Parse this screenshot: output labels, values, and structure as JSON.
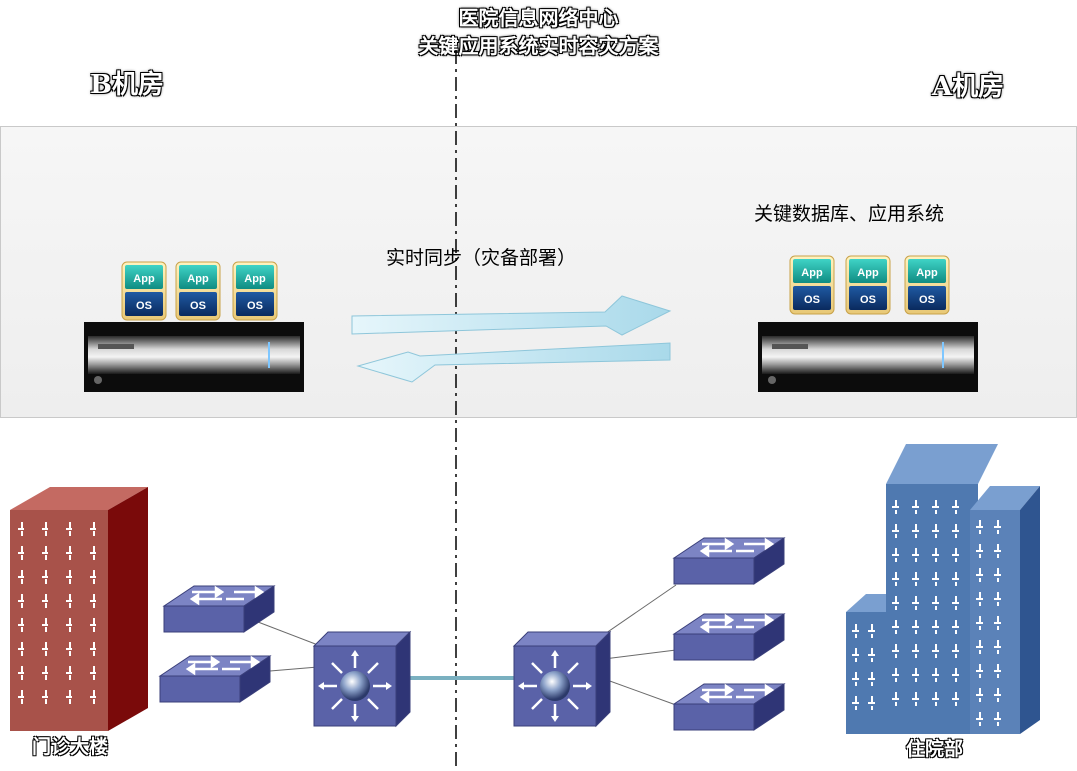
{
  "title": {
    "line1": "医院信息网络中心",
    "line2": "关键应用系统实时容灾方案"
  },
  "rooms": {
    "left": "B机房",
    "right": "A机房"
  },
  "sync_label": "实时同步（灾备部署）",
  "right_system_label": "关键数据库、应用系统",
  "stack": {
    "app": "App",
    "os": "OS"
  },
  "buildings": {
    "left": "门诊大楼",
    "right": "住院部"
  },
  "colors": {
    "band_bg": "#f0f0f0",
    "arrow_fill": "#bfe3ef",
    "app_tile": "#1aa89c",
    "os_tile": "#0d3a78",
    "building_left": "#a8524a",
    "building_right": "#4f79b0",
    "switch": "#5a62a8",
    "link": "#7ab0c0"
  },
  "icons": [
    "app-os-stack-icon",
    "server-icon",
    "sync-arrow-icon",
    "building-icon",
    "switch-icon",
    "core-router-icon"
  ]
}
